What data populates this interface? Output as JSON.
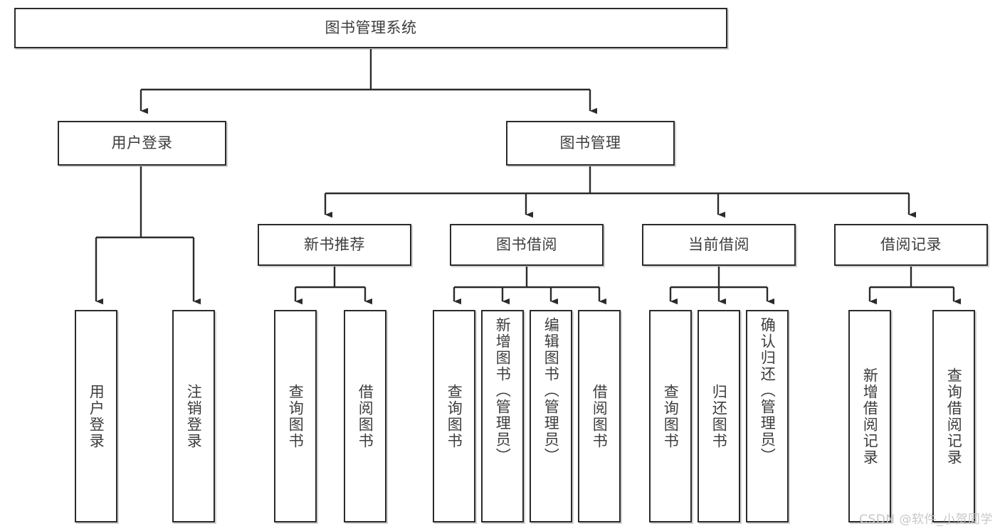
{
  "diagram": {
    "type": "tree-hierarchy",
    "title": "图书管理系统",
    "watermark": "CSDN @软件_小贺同学",
    "colors": {
      "box_border": "#2b2b2b",
      "box_fill": "#ffffff",
      "text": "#3d3d3d",
      "connector": "#2b2b2b",
      "watermark": "#c7c7c7",
      "background": "#ffffff"
    },
    "root": {
      "label": "图书管理系统"
    },
    "level2": [
      {
        "label": "用户登录"
      },
      {
        "label": "图书管理"
      }
    ],
    "level3": [
      {
        "label": "新书推荐"
      },
      {
        "label": "图书借阅"
      },
      {
        "label": "当前借阅"
      },
      {
        "label": "借阅记录"
      }
    ],
    "leaves": {
      "user_login": [
        {
          "label": "用户登录"
        },
        {
          "label": "注销登录"
        }
      ],
      "new_book_recommend": [
        {
          "label": "查询图书"
        },
        {
          "label": "借阅图书"
        }
      ],
      "book_borrow": [
        {
          "label": "查询图书"
        },
        {
          "label": "新增图书（管理员）"
        },
        {
          "label": "编辑图书（管理员）"
        },
        {
          "label": "借阅图书"
        }
      ],
      "current_borrow": [
        {
          "label": "查询图书"
        },
        {
          "label": "归还图书"
        },
        {
          "label": "确认归还（管理员）"
        }
      ],
      "borrow_record": [
        {
          "label": "新增借阅记录"
        },
        {
          "label": "查询借阅记录"
        }
      ]
    }
  }
}
